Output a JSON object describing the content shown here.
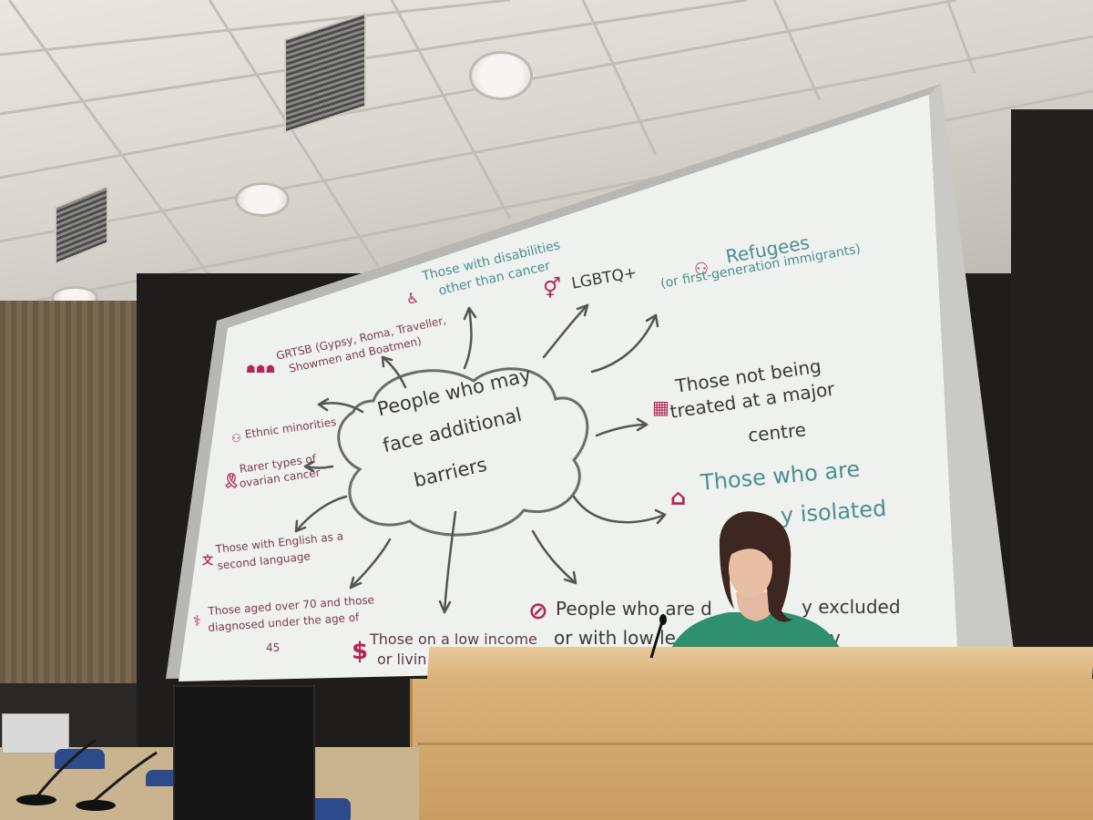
{
  "slide": {
    "center_text": [
      "People who may",
      "face additional",
      "barriers"
    ],
    "items": [
      {
        "id": "disabilities",
        "lines": [
          "Those with disabilities",
          "other than cancer"
        ],
        "icon": "wheelchair-icon"
      },
      {
        "id": "lgbtq",
        "lines": [
          "LGBTQ+"
        ],
        "icon": "gender-symbol-icon"
      },
      {
        "id": "refugees",
        "lines": [
          "Refugees",
          "(or first-generation immigrants)"
        ],
        "icon": "people-group-icon"
      },
      {
        "id": "grtsb",
        "lines": [
          "GRTSB (Gypsy, Roma, Traveller,",
          "Showmen and Boatmen)"
        ],
        "icon": "family-icon"
      },
      {
        "id": "ethnic",
        "lines": [
          "Ethnic minorities"
        ],
        "icon": "people-icon"
      },
      {
        "id": "rarer",
        "lines": [
          "Rarer types of",
          "ovarian cancer"
        ],
        "icon": "ribbon-icon"
      },
      {
        "id": "english",
        "lines": [
          "Those with English as a",
          "second language"
        ],
        "icon": "language-icon"
      },
      {
        "id": "aged",
        "lines": [
          "Those aged over 70 and those",
          "diagnosed under the age of",
          "45"
        ],
        "icon": "age-icon"
      },
      {
        "id": "income",
        "lines": [
          "Those on a low income",
          "or livin"
        ],
        "icon": "dollar-icon"
      },
      {
        "id": "excluded",
        "lines": [
          "People who are d",
          "y excluded",
          "or with low le",
          "cy"
        ],
        "icon": "no-internet-icon"
      },
      {
        "id": "centre",
        "lines": [
          "Those not being",
          "treated at a major",
          "centre"
        ],
        "icon": "hospital-icon"
      },
      {
        "id": "isolated",
        "lines": [
          "Those who are",
          "y isolated"
        ],
        "icon": "house-lock-icon"
      }
    ]
  },
  "colors": {
    "text_teal": "#4a8f8e",
    "icon_magenta": "#b0285a",
    "screen_white": "#eef1ed"
  }
}
